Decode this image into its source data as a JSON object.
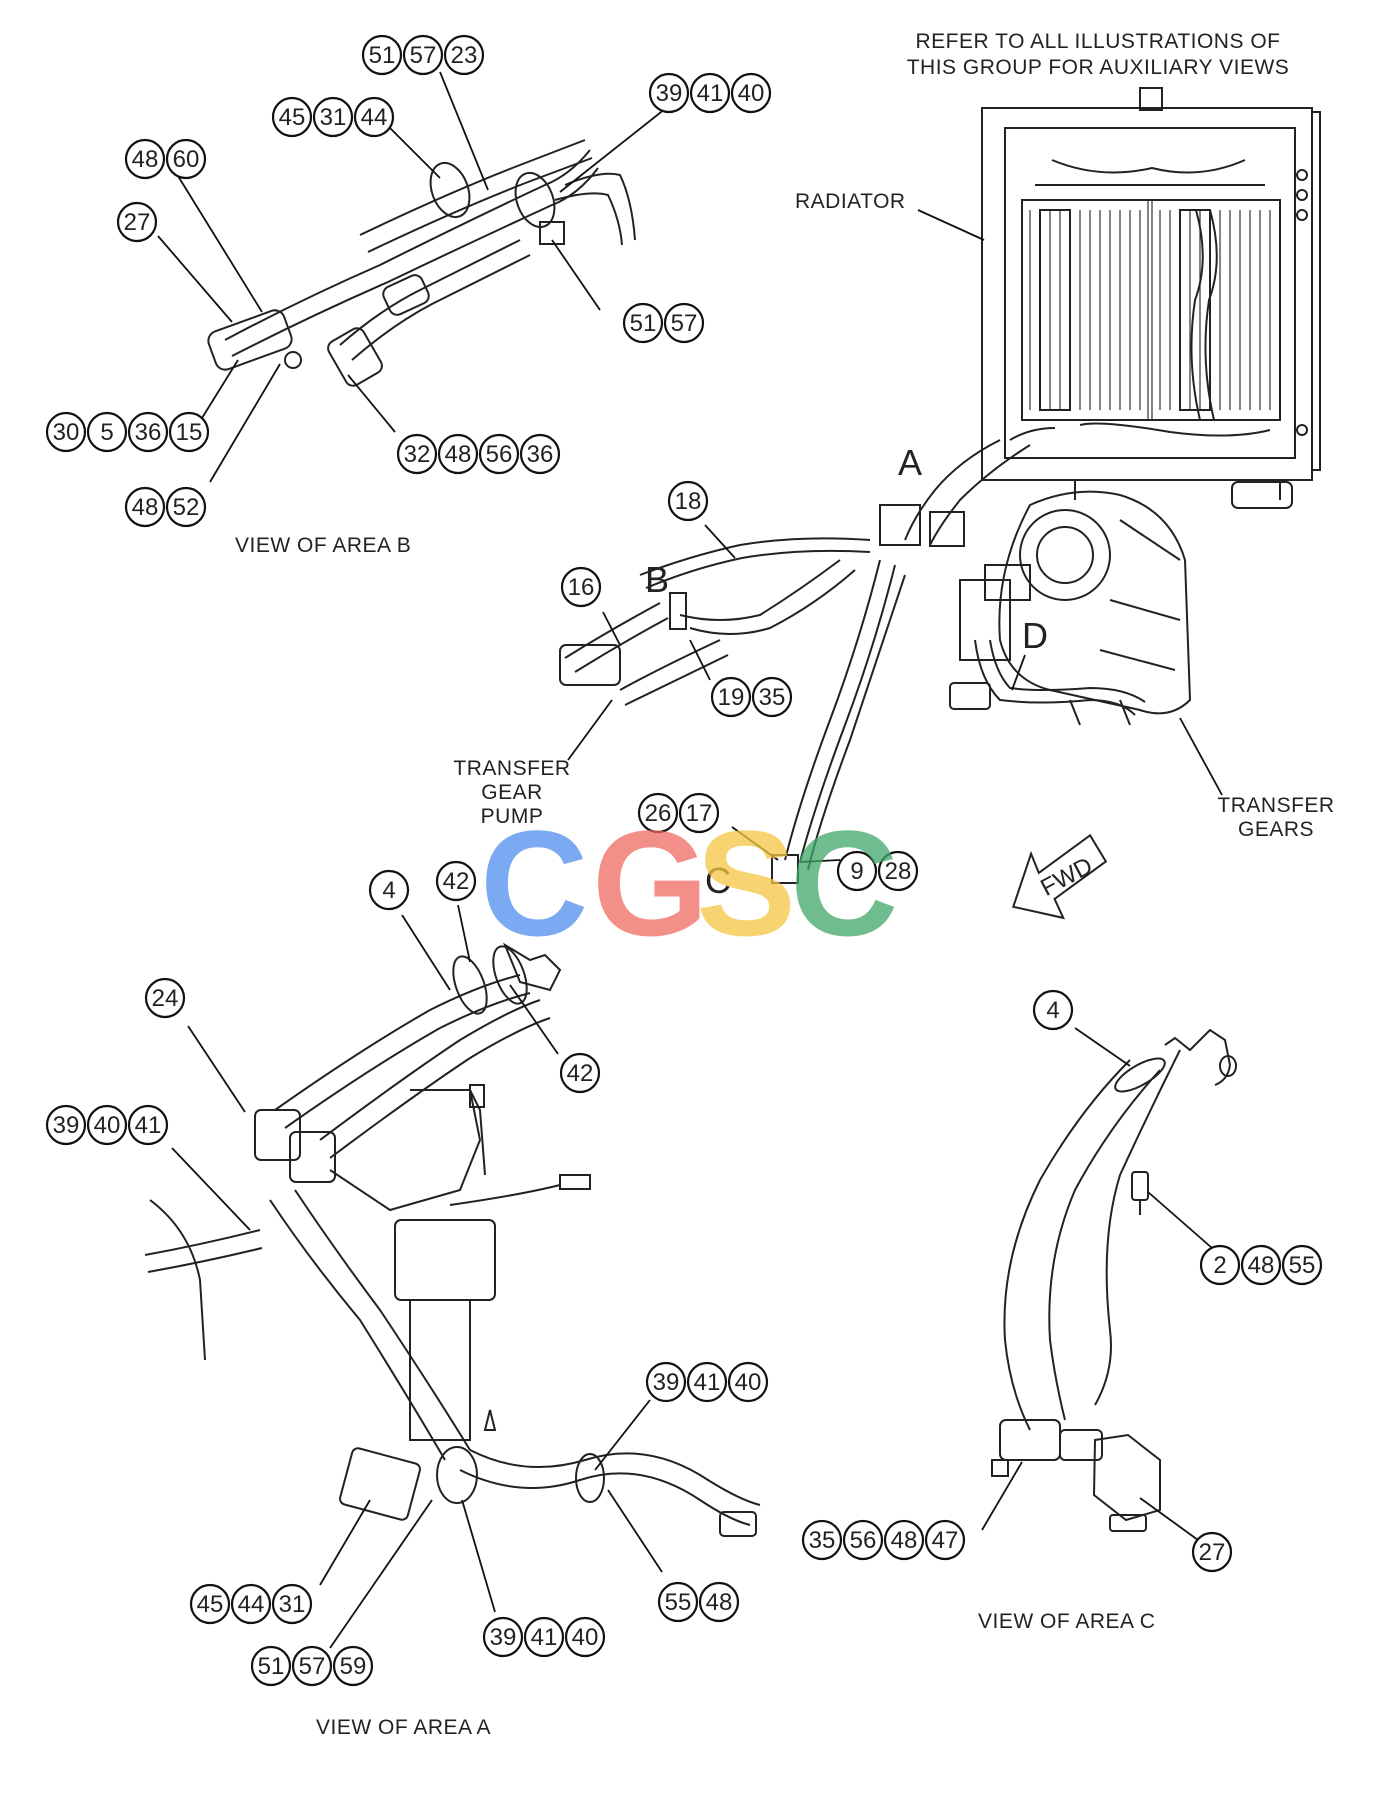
{
  "note": {
    "line1": "REFER TO ALL ILLUSTRATIONS OF",
    "line2": "THIS GROUP FOR AUXILIARY VIEWS"
  },
  "labels": {
    "radiator": "RADIATOR",
    "pump_1": "TRANSFER",
    "pump_2": "GEAR",
    "pump_3": "PUMP",
    "gears_1": "TRANSFER",
    "gears_2": "GEARS",
    "fwd": "FWD",
    "area_a": "A",
    "area_b": "B",
    "area_c": "C",
    "area_d": "D"
  },
  "views": {
    "b": "VIEW OF AREA  B",
    "a": "VIEW OF AREA  A",
    "c": "VIEW OF AREA  C"
  },
  "callouts": {
    "b1": [
      "51",
      "57",
      "23"
    ],
    "b2": [
      "45",
      "31",
      "44"
    ],
    "b3": [
      "39",
      "41",
      "40"
    ],
    "b4": [
      "48",
      "60"
    ],
    "b5": [
      "27"
    ],
    "b6": [
      "51",
      "57"
    ],
    "b7": [
      "30",
      "5",
      "36",
      "15"
    ],
    "b8": [
      "32",
      "48",
      "56",
      "36"
    ],
    "b9": [
      "48",
      "52"
    ],
    "m1": [
      "18"
    ],
    "m2": [
      "16"
    ],
    "m3": [
      "19",
      "35"
    ],
    "m4": [
      "26",
      "17"
    ],
    "m5": [
      "9",
      "28"
    ],
    "a1": [
      "4"
    ],
    "a2": [
      "42"
    ],
    "a3": [
      "42"
    ],
    "a4": [
      "24"
    ],
    "a5": [
      "39",
      "40",
      "41"
    ],
    "a6": [
      "39",
      "41",
      "40"
    ],
    "a7": [
      "45",
      "44",
      "31"
    ],
    "a8": [
      "55",
      "48"
    ],
    "a9": [
      "39",
      "41",
      "40"
    ],
    "a10": [
      "51",
      "57",
      "59"
    ],
    "c1": [
      "4"
    ],
    "c2": [
      "2",
      "48",
      "55"
    ],
    "c3": [
      "35",
      "56",
      "48",
      "47"
    ],
    "c4": [
      "27"
    ]
  },
  "watermark": {
    "text": "CGSC",
    "colors": [
      "#4f8ef0",
      "#ef6a62",
      "#f5c542",
      "#3fa66a"
    ]
  }
}
